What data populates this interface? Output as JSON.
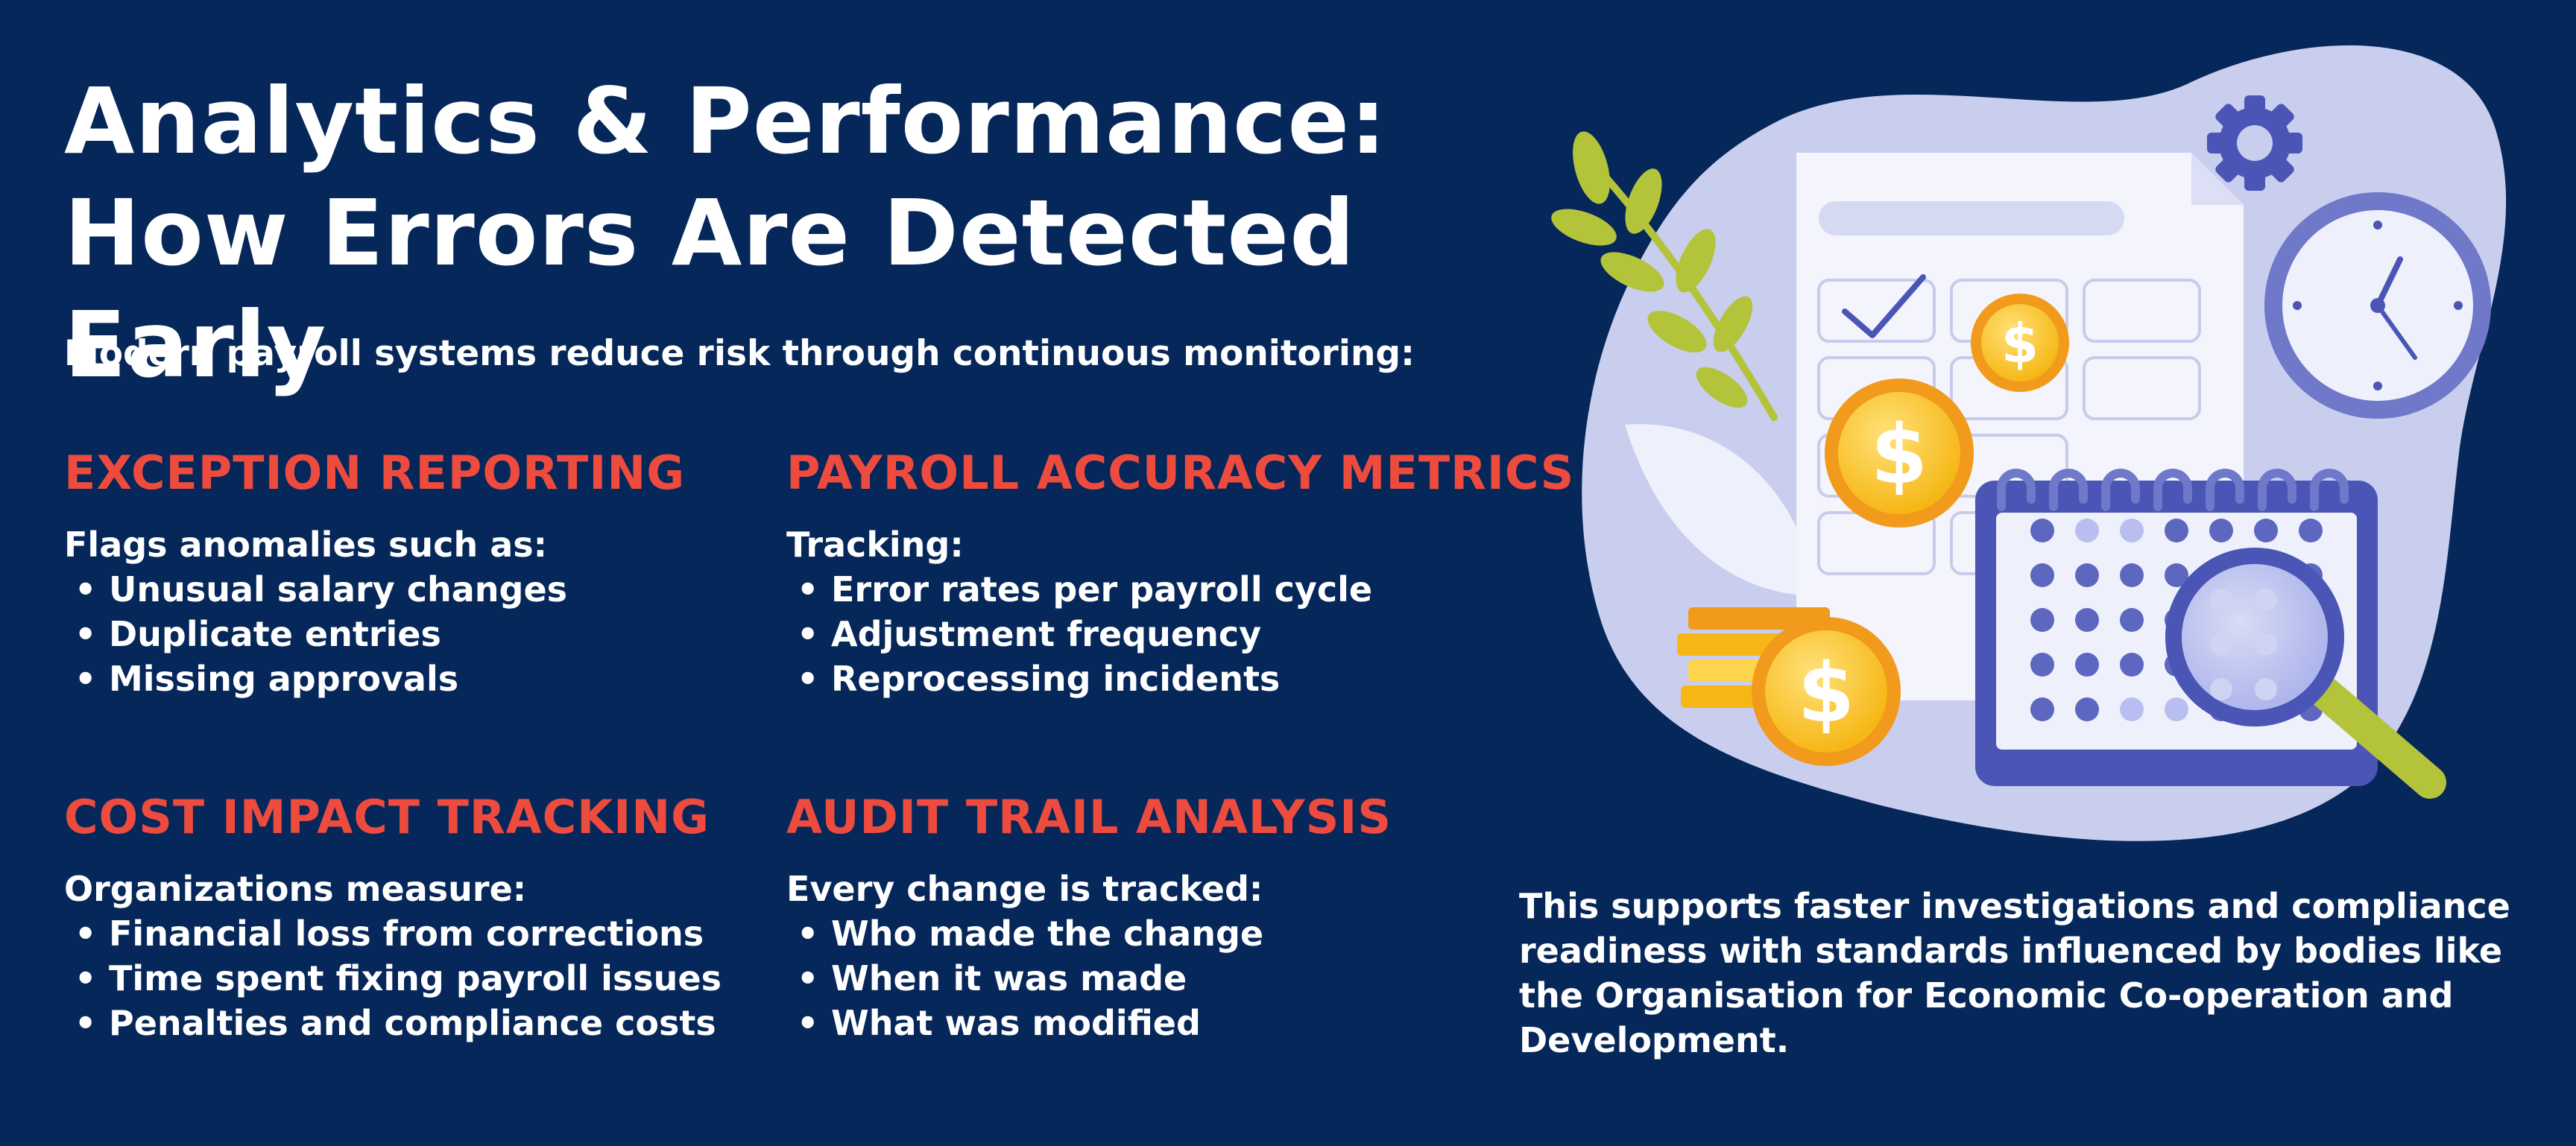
{
  "title": "Analytics & Performance: How Errors Are Detected Early",
  "intro": "Modern payroll systems reduce risk through continuous monitoring:",
  "sections": [
    {
      "heading": "EXCEPTION REPORTING",
      "lead": "Flags anomalies such as:",
      "items": [
        "Unusual salary changes",
        "Duplicate entries",
        "Missing approvals"
      ]
    },
    {
      "heading": "PAYROLL ACCURACY METRICS",
      "lead": "Tracking:",
      "items": [
        "Error rates per payroll cycle",
        "Adjustment frequency",
        "Reprocessing incidents"
      ]
    },
    {
      "heading": "COST IMPACT TRACKING",
      "lead": "Organizations measure:",
      "items": [
        "Financial loss from corrections",
        "Time spent fixing payroll issues",
        "Penalties and compliance costs"
      ]
    },
    {
      "heading": "AUDIT TRAIL ANALYSIS",
      "lead": "Every change is tracked:",
      "items": [
        "Who made the change",
        "When it was made",
        "What was modified"
      ]
    }
  ],
  "closing": "This supports faster investigations and compliance readiness with standards influenced by bodies like the Organisation for Economic Co-operation and Development.",
  "illustration": {
    "icons": [
      "document-checklist-icon",
      "dollar-coin-icon",
      "gear-icon",
      "clock-icon",
      "calendar-icon",
      "magnifier-icon",
      "leaf-icon"
    ],
    "coin_symbol": "$"
  },
  "colors": {
    "background": "#062759",
    "heading_accent": "#ee4b3f",
    "text": "#ffffff",
    "blob": "#c9cdee",
    "calendar_blue": "#4a55b5",
    "coin_gold": "#f6b716",
    "leaf_green": "#b3c43a"
  }
}
